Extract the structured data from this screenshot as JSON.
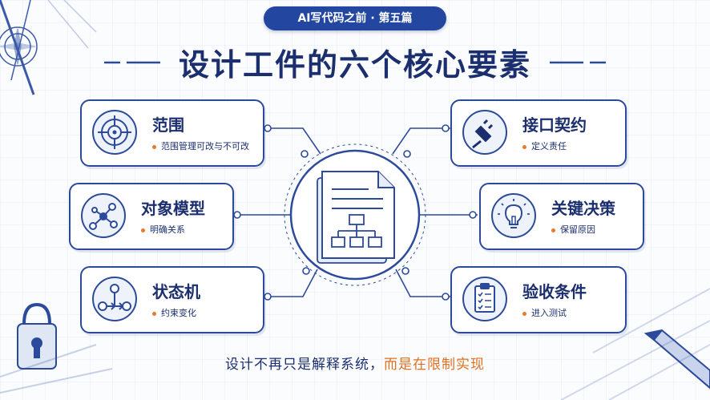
{
  "header": {
    "series_label": "AI写代码之前 · 第五篇",
    "title": "设计工件的六个核心要素"
  },
  "elements": [
    {
      "id": "scope",
      "title": "范围",
      "desc": "范围管理可改与不可改",
      "icon": "target-icon"
    },
    {
      "id": "object-model",
      "title": "对象模型",
      "desc": "明确关系",
      "icon": "network-icon"
    },
    {
      "id": "state-machine",
      "title": "状态机",
      "desc": "约束变化",
      "icon": "state-graph-icon"
    },
    {
      "id": "interface-contract",
      "title": "接口契约",
      "desc": "定义责任",
      "icon": "plug-icon"
    },
    {
      "id": "key-decisions",
      "title": "关键决策",
      "desc": "保留原因",
      "icon": "lightbulb-icon"
    },
    {
      "id": "acceptance-criteria",
      "title": "验收条件",
      "desc": "进入测试",
      "icon": "checklist-icon"
    }
  ],
  "footer": {
    "text_main": "设计不再只是解释系统，",
    "text_accent": "而是在限制实现"
  },
  "colors": {
    "primary": "#1b2f6e",
    "accent": "#e8792a",
    "pill": "#2347a0"
  }
}
